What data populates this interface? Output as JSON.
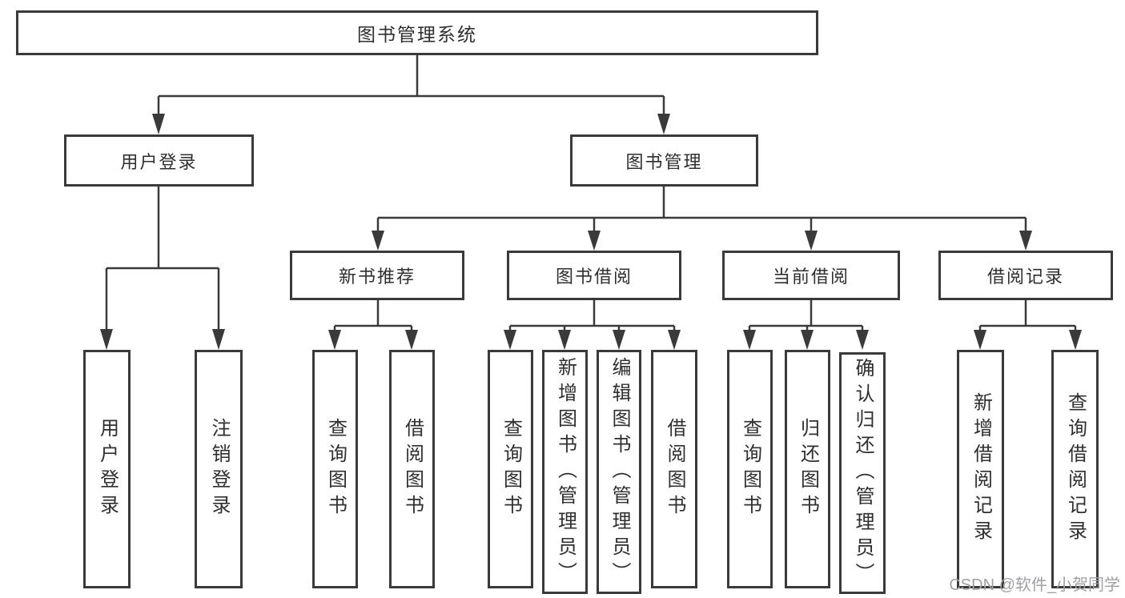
{
  "diagram": {
    "nodes": {
      "root": "图书管理系统",
      "user_login": "用户登录",
      "book_management": "图书管理",
      "new_book_recommend": "新书推荐",
      "book_borrowing": "图书借阅",
      "current_borrowing": "当前借阅",
      "borrowing_records": "借阅记录",
      "leaf_user_login": "用户登录",
      "leaf_logout": "注销登录",
      "leaf_nb_query_books": "查询图书",
      "leaf_nb_borrow_books": "借阅图书",
      "leaf_bb_query_books": "查询图书",
      "leaf_bb_add_books": "新增图书（管理员）",
      "leaf_bb_edit_books": "编辑图书（管理员）",
      "leaf_bb_borrow_books": "借阅图书",
      "leaf_cb_query_books": "查询图书",
      "leaf_cb_return_books": "归还图书",
      "leaf_cb_confirm_return": "确认归还（管理员）",
      "leaf_br_add_record": "新增借阅记录",
      "leaf_br_query_record": "查询借阅记录"
    },
    "watermark": "CSDN @软件_小贺同学",
    "colors": {
      "line": "#3a3a3a",
      "text": "#2f2f2f",
      "box_bg": "#ffffff",
      "watermark": "#9fa0a4"
    }
  }
}
